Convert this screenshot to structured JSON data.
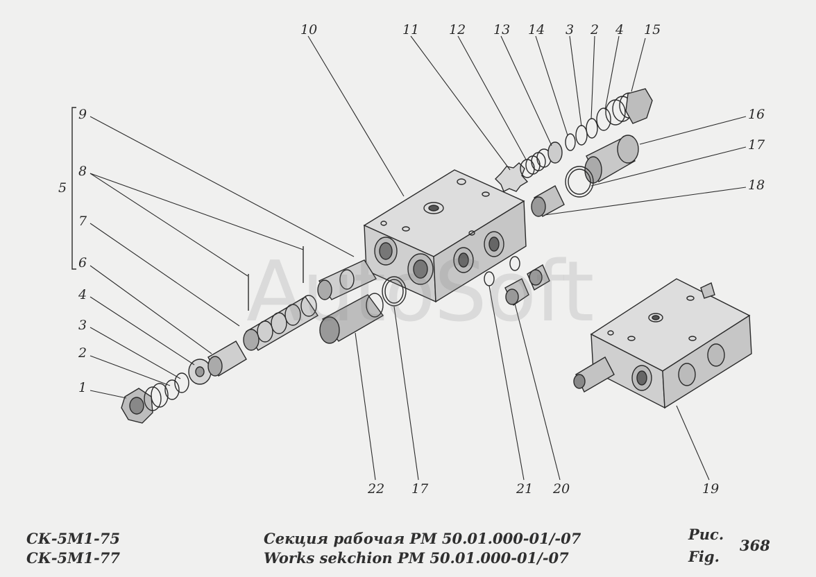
{
  "callouts": {
    "c10": "10",
    "c11": "11",
    "c12": "12",
    "c13": "13",
    "c14": "14",
    "c3_top": "3",
    "c2_top": "2",
    "c4_top": "4",
    "c15": "15",
    "c16": "16",
    "c17_right": "17",
    "c18": "18",
    "c9": "9",
    "c8": "8",
    "c5": "5",
    "c7": "7",
    "c6": "6",
    "c4_left": "4",
    "c3_left": "3",
    "c2_left": "2",
    "c1": "1",
    "c22": "22",
    "c17_bottom": "17",
    "c21": "21",
    "c20": "20",
    "c19": "19"
  },
  "footer": {
    "model_1": "СК-5М1-75",
    "model_2": "СК-5М1-77",
    "title_ru": "Секция рабочая РМ 50.01.000-01/-07",
    "title_en": "Works sekchion РМ 50.01.000-01/-07",
    "fig_ru": "Рис.",
    "fig_en": "Fig.",
    "fig_number": "368"
  },
  "watermark": "AutoSoft",
  "colors": {
    "ink": "#2a2a2a",
    "paper": "#f0f0ef"
  }
}
